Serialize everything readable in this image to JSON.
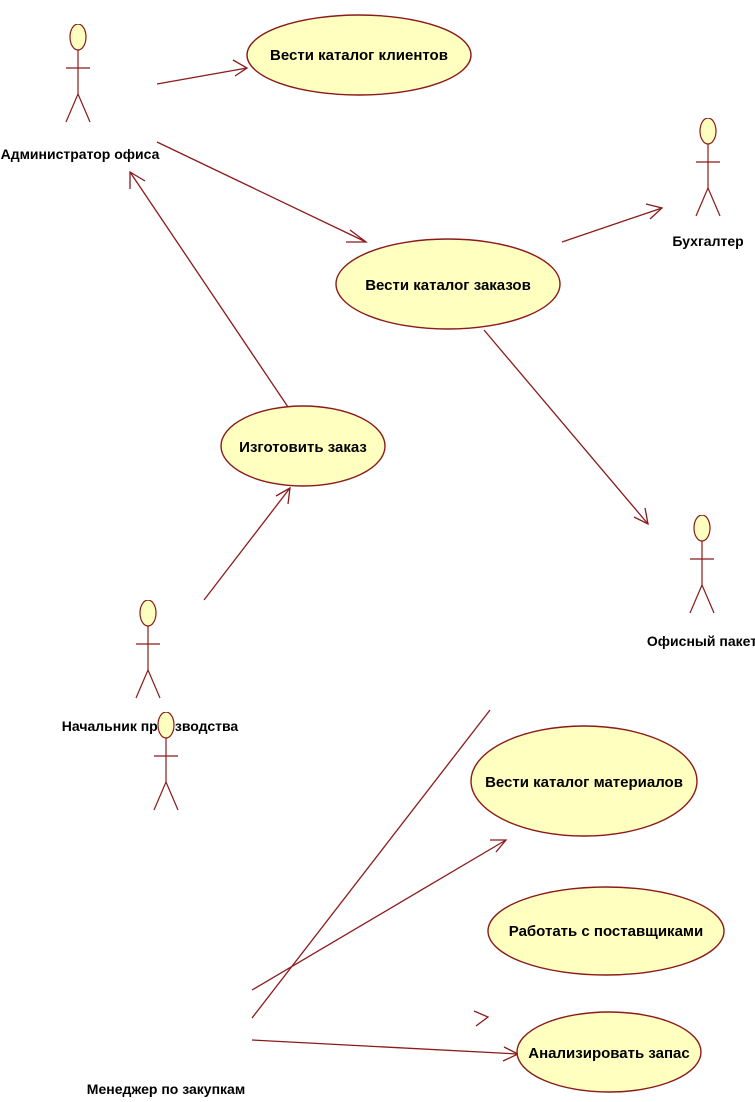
{
  "actors": {
    "office_admin": "Администратор офиса",
    "accountant": "Бухгалтер",
    "office_suite": "Офисный пакет",
    "production_head": "Начальник производства",
    "purchasing_manager": "Менеджер по закупкам"
  },
  "use_cases": {
    "client_catalog": "Вести каталог клиентов",
    "order_catalog": "Вести каталог заказов",
    "make_order": "Изготовить заказ",
    "materials_catalog": "Вести каталог материалов",
    "suppliers": "Работать с поставщиками",
    "analyze_stock": "Анализировать запас"
  },
  "colors": {
    "line": "#8b1a1a",
    "fill": "#ffffc0"
  }
}
